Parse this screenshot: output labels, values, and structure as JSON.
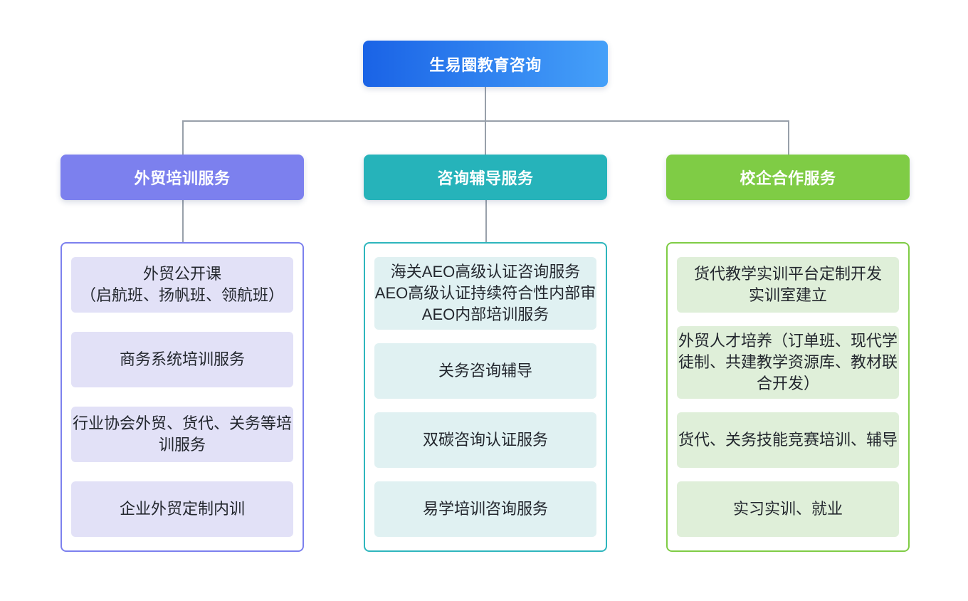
{
  "root": {
    "label": "生易圈教育咨询"
  },
  "branches": [
    {
      "label": "外贸培训服务",
      "color": "#7c80ee",
      "light": "#e2e1f7",
      "items": [
        "外贸公开课\n（启航班、扬帆班、领航班）",
        "商务系统培训服务",
        "行业协会外贸、货代、关务等培训服务",
        "企业外贸定制内训"
      ]
    },
    {
      "label": "咨询辅导服务",
      "color": "#26b3ba",
      "light": "#e0f1f2",
      "items": [
        "海关AEO高级认证咨询服务\nAEO高级认证持续符合性内部审\nAEO内部培训服务",
        "关务咨询辅导",
        "双碳咨询认证服务",
        "易学培训咨询服务"
      ]
    },
    {
      "label": "校企合作服务",
      "color": "#7fcc45",
      "light": "#dfefd9",
      "items": [
        "货代教学实训平台定制开发\n实训室建立",
        "外贸人才培养（订单班、现代学徒制、共建教学资源库、教材联合开发）",
        "货代、关务技能竞赛培训、辅导",
        "实习实训、就业"
      ]
    }
  ],
  "colors": {
    "root_gradient_start": "#1a63e6",
    "root_gradient_end": "#45a0f9",
    "branch1_accent": "#7c80ee",
    "branch2_accent": "#26b3ba",
    "branch3_accent": "#7fcc45",
    "connector": "#98a0aa",
    "leaf_text": "#23272e",
    "header_text": "#ffffff",
    "background": "#ffffff"
  }
}
